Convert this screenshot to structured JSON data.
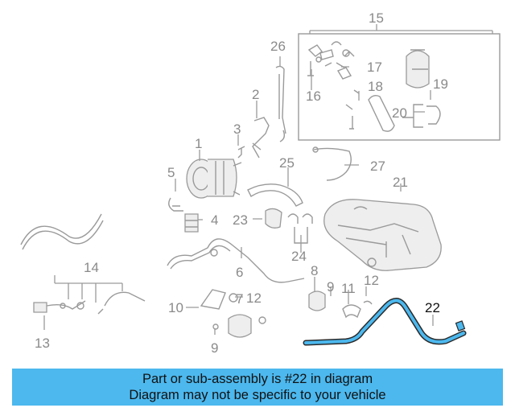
{
  "diagram": {
    "callouts": [
      "1",
      "2",
      "3",
      "4",
      "5",
      "6",
      "7",
      "8",
      "9",
      "9",
      "10",
      "11",
      "12",
      "12",
      "13",
      "14",
      "15",
      "16",
      "17",
      "18",
      "19",
      "20",
      "21",
      "22",
      "23",
      "24",
      "25",
      "26",
      "27"
    ],
    "highlighted_part": "22",
    "highlight_color": "#4cb8ee"
  },
  "caption": {
    "line1": "Part or sub-assembly is #22 in diagram",
    "line2": "Diagram may not be specific to your vehicle",
    "background": "#4cb8ee"
  }
}
